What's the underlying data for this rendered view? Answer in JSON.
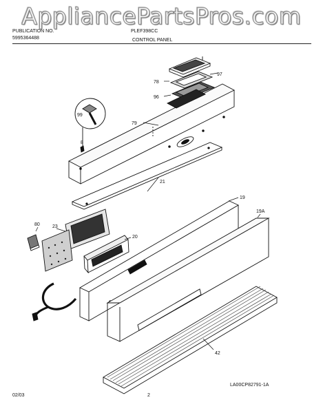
{
  "watermark": "AppliancePartsPros.com",
  "header": {
    "publication_label": "PUBLICATION NO.",
    "publication_number": "5995364488",
    "model_label": "PLEF398CC",
    "section_title": "CONTROL PANEL"
  },
  "parts": [
    {
      "ref": "97"
    },
    {
      "ref": "78"
    },
    {
      "ref": "96"
    },
    {
      "ref": "99"
    },
    {
      "ref": "79"
    },
    {
      "ref": "8"
    },
    {
      "ref": "21"
    },
    {
      "ref": "19"
    },
    {
      "ref": "19A"
    },
    {
      "ref": "80"
    },
    {
      "ref": "23"
    },
    {
      "ref": "20"
    },
    {
      "ref": "42"
    }
  ],
  "footer": {
    "date": "02/03",
    "page": "2",
    "drawing_id": "LA00CP82791-1A"
  }
}
